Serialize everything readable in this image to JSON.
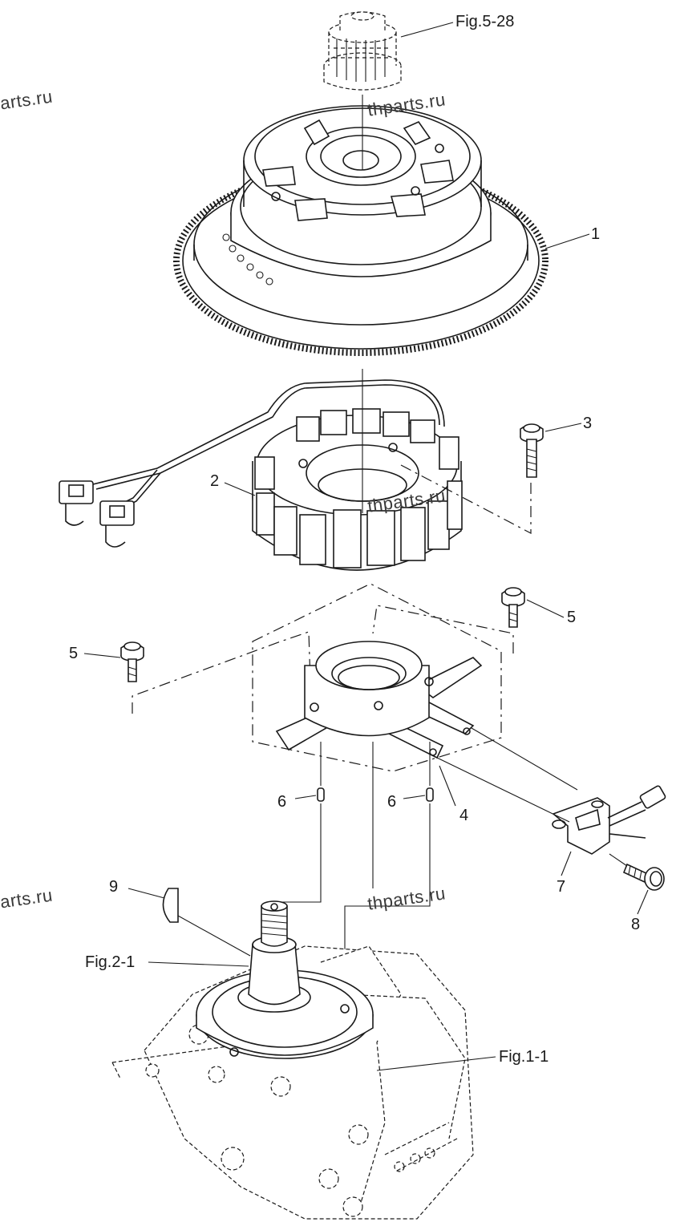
{
  "watermarks": [
    {
      "text": "thparts.ru"
    },
    {
      "text": "thparts.ru"
    },
    {
      "text": "thparts.ru"
    },
    {
      "text": "arts.ru"
    },
    {
      "text": "arts.ru"
    }
  ],
  "references": {
    "fig_5_28": "Fig.5-28",
    "fig_2_1": "Fig.2-1",
    "fig_1_1": "Fig.1-1"
  },
  "callouts": {
    "part_1": "1",
    "part_2": "2",
    "part_3": "3",
    "part_4": "4",
    "part_5a": "5",
    "part_5b": "5",
    "part_6a": "6",
    "part_6b": "6",
    "part_7": "7",
    "part_8": "8",
    "part_9": "9"
  }
}
